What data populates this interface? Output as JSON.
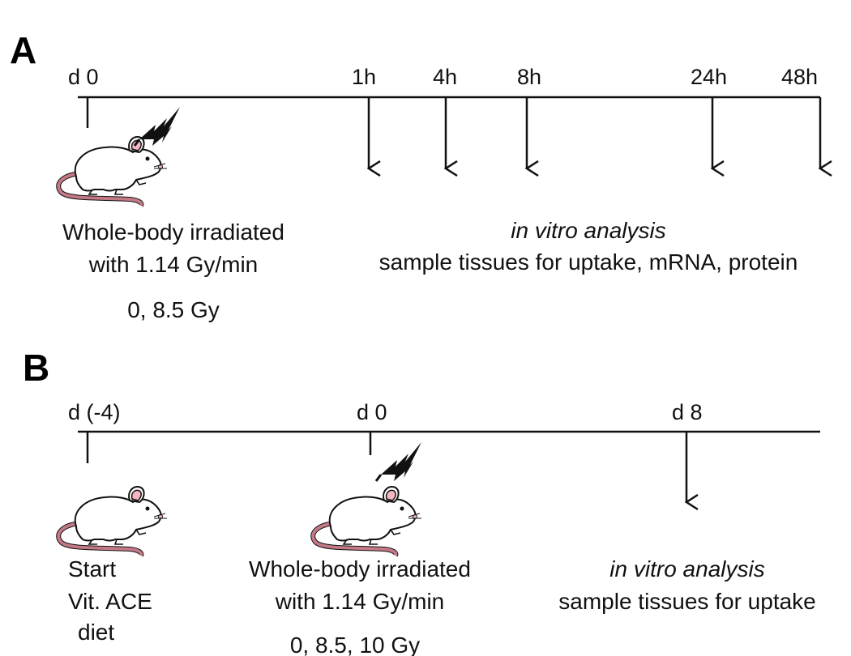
{
  "panel_a": {
    "letter": "A",
    "timepoints": [
      "d 0",
      "1h",
      "4h",
      "8h",
      "24h",
      "48h"
    ],
    "left_caption": {
      "line1": "Whole-body irradiated",
      "line2": "with 1.14 Gy/min",
      "dose": "0, 8.5 Gy"
    },
    "right_caption": {
      "line1": "in vitro analysis",
      "line2": "sample tissues for uptake, mRNA, protein"
    }
  },
  "panel_b": {
    "letter": "B",
    "timepoints": [
      "d (-4)",
      "d 0",
      "d 8"
    ],
    "left_caption": {
      "line1": "Start",
      "line2": "Vit. ACE",
      "line3": "diet"
    },
    "middle_caption": {
      "line1": "Whole-body irradiated",
      "line2": "with 1.14 Gy/min",
      "dose": "0, 8.5, 10 Gy"
    },
    "right_caption": {
      "line1": "in vitro analysis",
      "line2": "sample tissues for uptake"
    }
  }
}
